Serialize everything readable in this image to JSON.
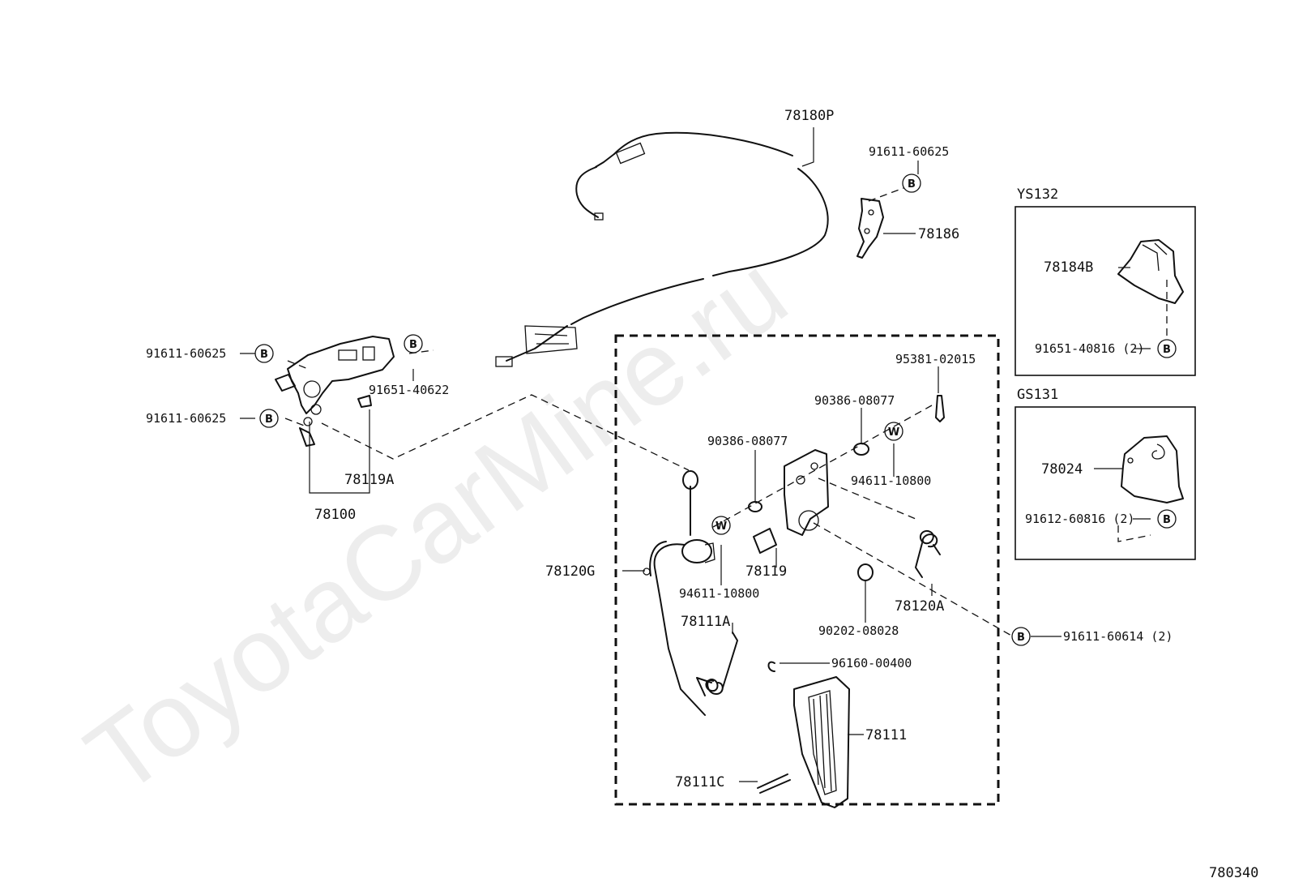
{
  "watermark": "ToyotaCarMine.ru",
  "diagram_code": "780340",
  "variants": {
    "ys132": {
      "title": "YS132",
      "bracket": "78184B",
      "bolt": "91651-40816 (2)",
      "bolt_tag": "B"
    },
    "gs131": {
      "title": "GS131",
      "bracket": "78024",
      "bolt": "91612-60816 (2)",
      "bolt_tag": "B"
    }
  },
  "labels": {
    "cable": "78180P",
    "bracket_bolt_top": "91611-60625",
    "bracket_78186": "78186",
    "throttle_bolt_1": "91611-60625",
    "throttle_bolt_2": "91611-60625",
    "throttle_bolt_3": "91651-40622",
    "throttle_body": "78100",
    "throttle_clip": "78119A",
    "pedal_assy": "78120G",
    "pin_95381": "95381-02015",
    "bushing_upper": "90386-08077",
    "bushing_lower": "90386-08077",
    "washer_upper": "94611-10800",
    "washer_lower": "94611-10800",
    "stopper_78119": "78119",
    "spring_78120A": "78120A",
    "washer_90202": "90202-08028",
    "bolt_pedal": "91611-60614 (2)",
    "spring_78111A": "78111A",
    "clip_96160": "96160-00400",
    "pedal_pad": "78111",
    "pin_78111C": "78111C"
  },
  "tags": {
    "bolt": "B",
    "washer": "W"
  }
}
